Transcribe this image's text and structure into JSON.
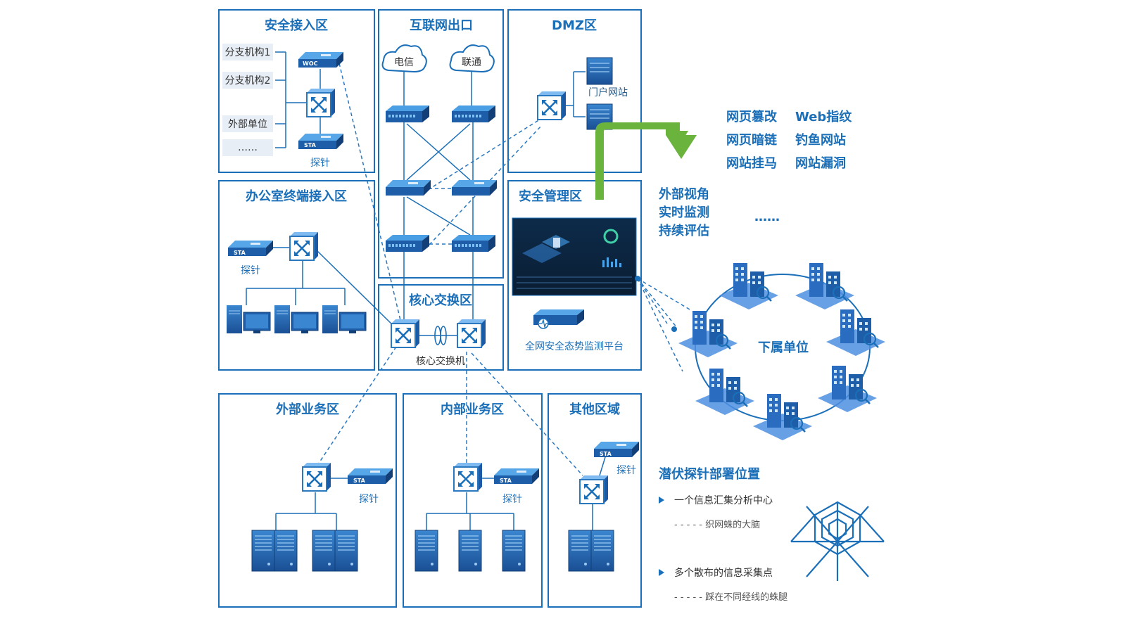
{
  "zones": {
    "secure_access": "安全接入区",
    "internet_exit": "互联网出口",
    "dmz": "DMZ区",
    "office_terminal": "办公室终端接入区",
    "security_mgmt": "安全管理区",
    "core_switch": "核心交换区",
    "external_business": "外部业务区",
    "internal_business": "内部业务区",
    "other_area": "其他区域"
  },
  "secure_access": {
    "branch1": "分支机构1",
    "branch2": "分支机构2",
    "external_unit": "外部单位",
    "ellipsis": "……",
    "woc": "WOC",
    "sta": "STA",
    "probe": "探针"
  },
  "internet": {
    "telecom": "电信",
    "unicom": "联通"
  },
  "dmz": {
    "portal": "门户网站"
  },
  "office": {
    "sta": "STA",
    "probe": "探针"
  },
  "core": {
    "switch_label": "核心交换机"
  },
  "mgmt": {
    "platform": "全网安全态势监测平台"
  },
  "external_business": {
    "sta": "STA",
    "probe": "探针"
  },
  "internal_business": {
    "sta": "STA",
    "probe": "探针"
  },
  "other_area": {
    "sta": "STA",
    "probe": "探针"
  },
  "threats": [
    "网页篡改",
    "Web指纹",
    "网页暗链",
    "钓鱼网站",
    "网站挂马",
    "网站漏洞"
  ],
  "monitor": [
    "外部视角",
    "实时监测",
    "持续评估"
  ],
  "more": "……",
  "subordinate": "下属单位",
  "deploy": {
    "title": "潜伏探针部署位置",
    "item1": "一个信息汇集分析中心",
    "item1_sub": "- - - - - 织网蛛的大脑",
    "item2": "多个散布的信息采集点",
    "item2_sub": "- - - - - 踩在不同经线的蛛腿"
  },
  "colors": {
    "primary": "#1a6fb8",
    "green": "#6ab43e",
    "device": "#1e5ea8"
  }
}
